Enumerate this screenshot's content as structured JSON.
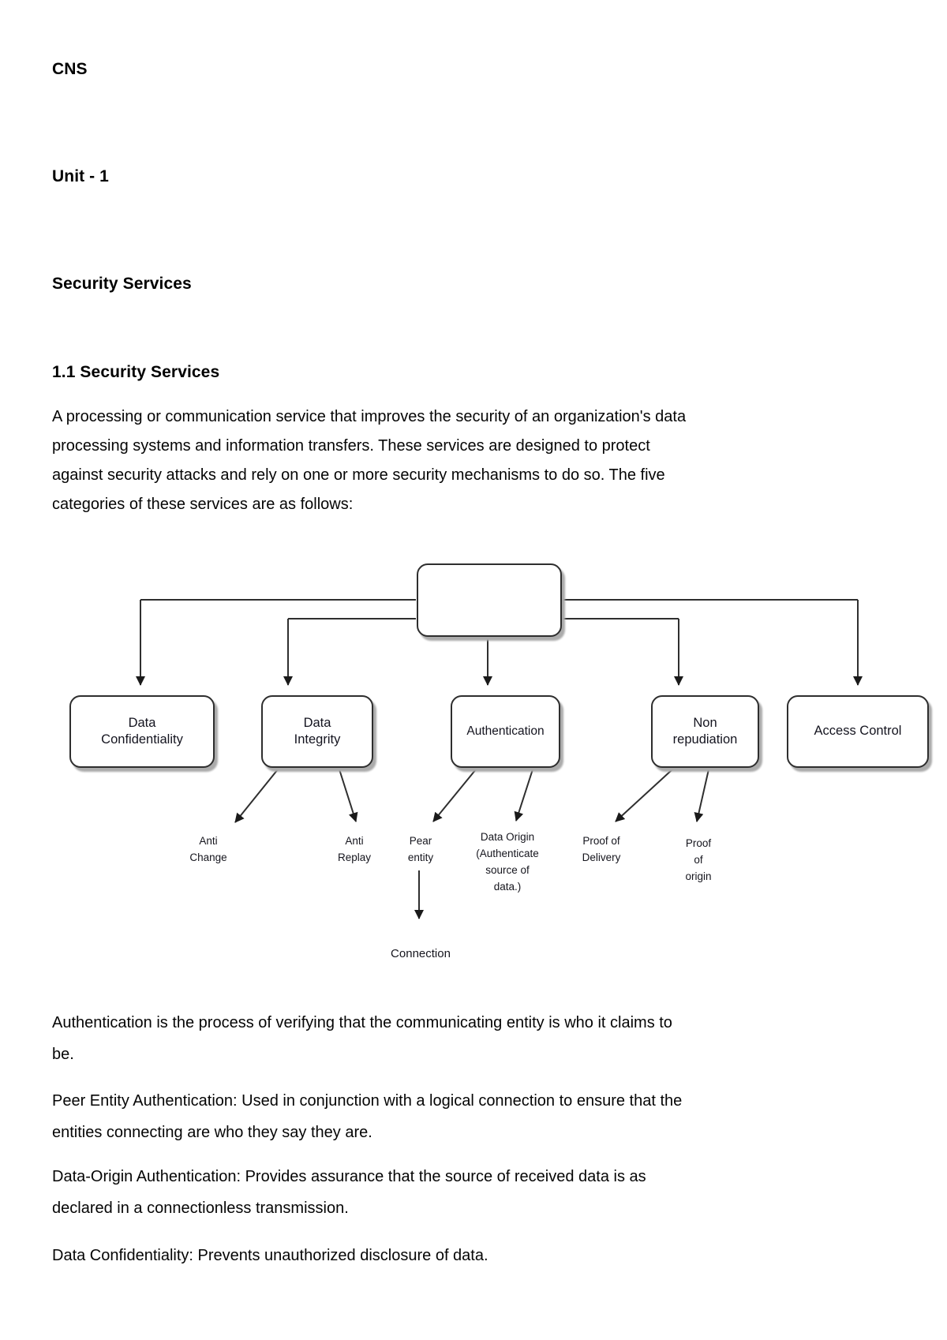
{
  "document": {
    "title": "CNS",
    "unit_heading": "Unit - 1",
    "section_heading": "Security Services",
    "subsection_heading": "1.1 Security Services",
    "intro_paragraph": "A processing or communication service that improves the security of an organization's data\nprocessing systems and information transfers. These services are designed to protect\nagainst security attacks and rely on one or more security mechanisms to do so. The five\ncategories of these services are as follows:",
    "body_paragraphs": [
      "Authentication is the process of verifying that the communicating entity is who it claims to\nbe.",
      "Peer Entity Authentication: Used in conjunction with a logical connection to ensure that the\nentities connecting are who they say they are.",
      "Data-Origin Authentication: Provides assurance that the source of received data is as\ndeclared in a connectionless transmission.",
      "Data Confidentiality: Prevents unauthorized disclosure of data."
    ]
  },
  "diagram": {
    "root_label": "",
    "service_boxes": [
      "Data\nConfidentiality",
      "Data\nIntegrity",
      "Authentication",
      "Non\nrepudiation",
      "Access Control"
    ],
    "sub_labels": {
      "anti_change": "Anti\nChange",
      "anti_replay": "Anti\nReplay",
      "pear_entity": "Pear\nentity",
      "data_origin": "Data Origin\n(Authenticate\nsource of\ndata.)",
      "proof_of_delivery": "Proof of\nDelivery",
      "proof_of_origin": "Proof\nof\norigin",
      "connection": "Connection"
    },
    "line_color": "#2f2f2f",
    "box_border_color": "#2e2e2e",
    "box_fill_color": "#ffffff"
  }
}
